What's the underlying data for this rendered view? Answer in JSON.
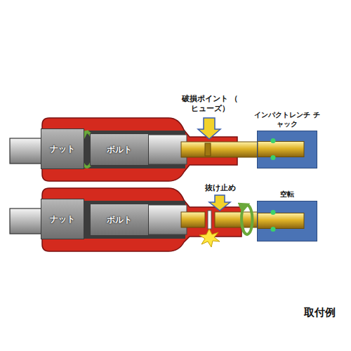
{
  "diagram": {
    "nodes": [
      {
        "text": [
          "ナット"
        ]
      },
      {
        "text": [
          "ボルト"
        ]
      },
      {
        "text": [
          "インパクトレンチ チャック"
        ]
      },
      {
        "text": [
          "ナット"
        ]
      },
      {
        "text": [
          "ボルト"
        ]
      },
      {
        "text": [
          "空転"
        ]
      }
    ],
    "edges": [],
    "labels": [
      "破損ポイント （ ヒューズ）",
      "抜け止め",
      "取付例"
    ]
  }
}
